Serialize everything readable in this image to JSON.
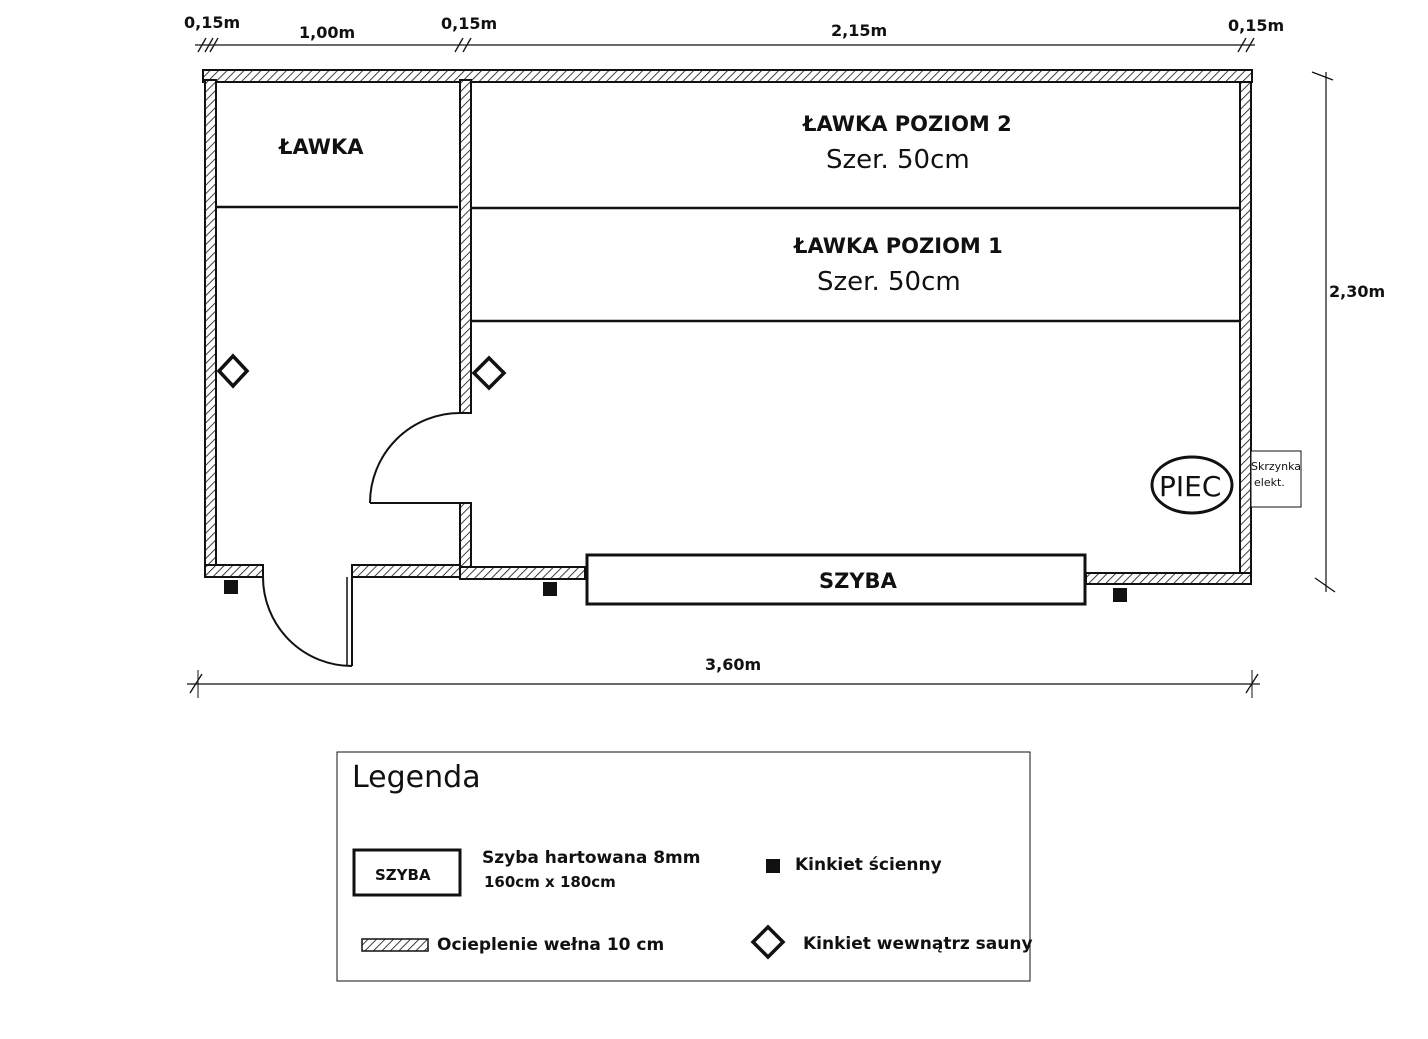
{
  "dimensions": {
    "top_wall_left": "0,15m",
    "top_small_room": "1,00m",
    "top_wall_mid": "0,15m",
    "top_big_room": "2,15m",
    "top_wall_right": "0,15m",
    "height": "2,30m",
    "total_width": "3,60m"
  },
  "rooms": {
    "small_bench": "ŁAWKA",
    "bench_level_2": "ŁAWKA POZIOM 2",
    "bench_level_2_width": "Szer. 50cm",
    "bench_level_1": "ŁAWKA POZIOM  1",
    "bench_level_1_width": "Szer. 50cm",
    "stove": "PIEC",
    "glass": "SZYBA",
    "electric_box_line1": "Skrzynka",
    "electric_box_line2": "elekt."
  },
  "legend": {
    "title": "Legenda",
    "glass_symbol": "SZYBA",
    "glass_desc_line1": "Szyba hartowana 8mm",
    "glass_desc_line2": "160cm x 180cm",
    "wall_lamp": "Kinkiet ścienny",
    "insulation": "Ocieplenie wełna 10 cm",
    "inside_lamp": "Kinkiet wewnątrz sauny"
  }
}
